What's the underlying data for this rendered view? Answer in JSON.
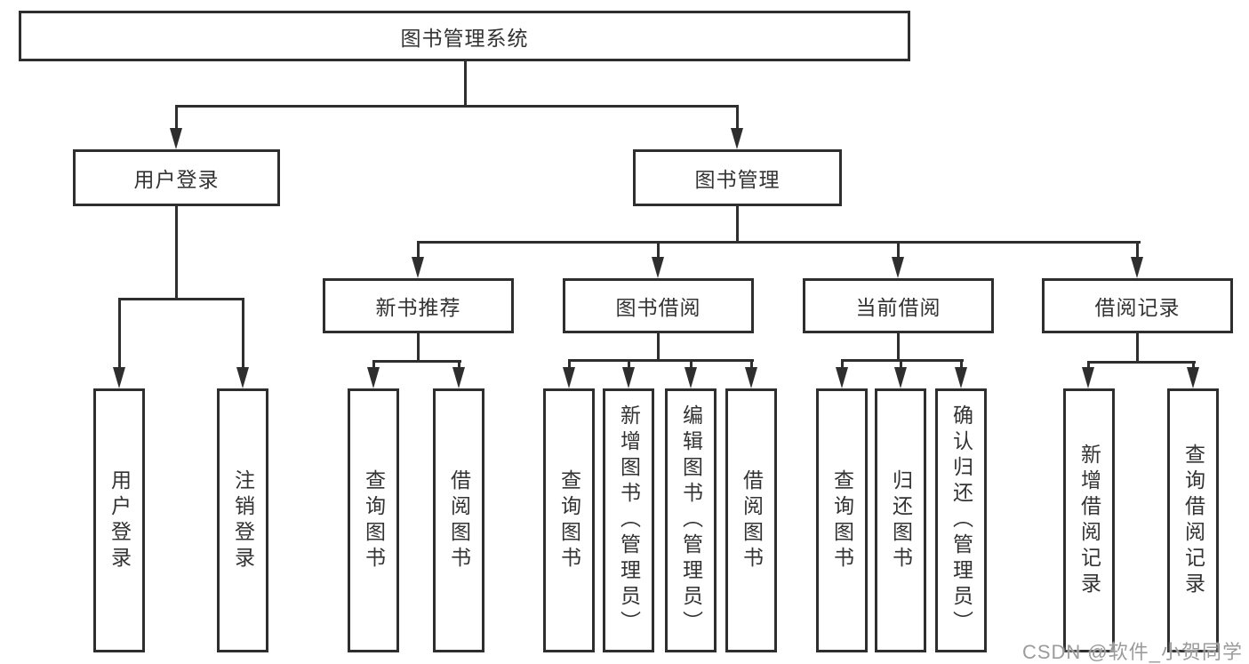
{
  "colors": {
    "line": "#2e2e2e",
    "text": "#333333",
    "background": "#ffffff",
    "watermark": "#9b9b9b"
  },
  "diagram": {
    "root": {
      "label": "图书管理系统"
    },
    "level2": {
      "user_login": {
        "label": "用户登录"
      },
      "book_management": {
        "label": "图书管理"
      }
    },
    "level3": {
      "new_book_recommend": {
        "label": "新书推荐"
      },
      "book_borrowing": {
        "label": "图书借阅"
      },
      "current_borrowing": {
        "label": "当前借阅"
      },
      "borrowing_records": {
        "label": "借阅记录"
      }
    },
    "leaves": {
      "user_login": {
        "label": "用户登录"
      },
      "logout": {
        "label": "注销登录"
      },
      "nb_query_books": {
        "label": "查询图书"
      },
      "nb_borrow_books": {
        "label": "借阅图书"
      },
      "bb_query_books": {
        "label": "查询图书"
      },
      "bb_add_books": {
        "label": "新增图书（管理员）"
      },
      "bb_edit_books": {
        "label": "编辑图书（管理员）"
      },
      "bb_borrow_books": {
        "label": "借阅图书"
      },
      "cb_query_books": {
        "label": "查询图书"
      },
      "cb_return_books": {
        "label": "归还图书"
      },
      "cb_confirm_return": {
        "label": "确认归还（管理员）"
      },
      "br_add_record": {
        "label": "新增借阅记录"
      },
      "br_query_record": {
        "label": "查询借阅记录"
      }
    }
  },
  "watermark": {
    "text": "CSDN @软件_小贺同学"
  }
}
